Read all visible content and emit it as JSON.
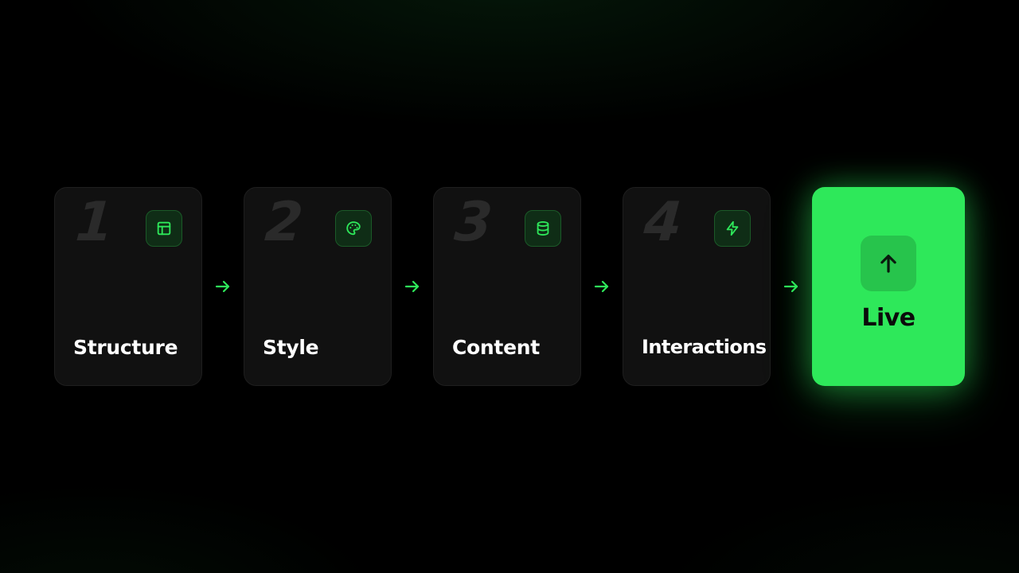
{
  "colors": {
    "accent": "#2ee85a",
    "card_bg": "#111111",
    "background": "#000000"
  },
  "steps": [
    {
      "number": "1",
      "label": "Structure",
      "icon": "layout-icon"
    },
    {
      "number": "2",
      "label": "Style",
      "icon": "palette-icon"
    },
    {
      "number": "3",
      "label": "Content",
      "icon": "database-icon"
    },
    {
      "number": "4",
      "label": "Interactions",
      "icon": "lightning-icon"
    }
  ],
  "final": {
    "label": "Live",
    "icon": "arrow-up-icon"
  },
  "connector_icon": "arrow-right-icon"
}
